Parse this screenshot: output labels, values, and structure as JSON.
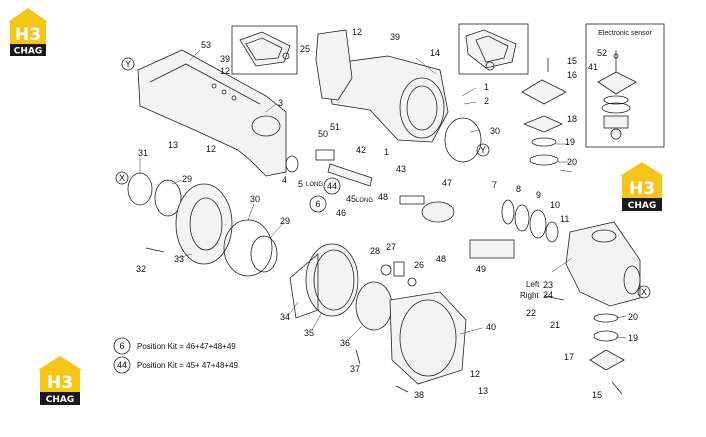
{
  "callouts": {
    "p3": "3",
    "p4": "4",
    "p5": "5",
    "p6": "6",
    "p7": "7",
    "p8": "8",
    "p9": "9",
    "p10": "10",
    "p11": "11",
    "p12a": "12",
    "p12b": "12",
    "p12c": "12",
    "p12d": "12",
    "p13a": "13",
    "p13b": "13",
    "p14": "14",
    "p15a": "15",
    "p15b": "15",
    "p16": "16",
    "p17": "17",
    "p18": "18",
    "p19a": "19",
    "p19b": "19",
    "p20a": "20",
    "p20b": "20",
    "p21": "21",
    "p22": "22",
    "p23": "23",
    "p24": "24",
    "p25": "25",
    "p26": "26",
    "p27": "27",
    "p28": "28",
    "p29a": "29",
    "p29b": "29",
    "p30a": "30",
    "p30b": "30",
    "p31": "31",
    "p32": "32",
    "p33": "33",
    "p34": "34",
    "p35": "35",
    "p36": "36",
    "p37": "37",
    "p38": "38",
    "p39a": "39",
    "p39b": "39",
    "p40": "40",
    "p41": "41",
    "p42": "42",
    "p43": "43",
    "p44": "44",
    "p45": "45",
    "p46": "46",
    "p47": "47",
    "p48a": "48",
    "p48b": "48",
    "p49": "49",
    "p50": "50",
    "p51": "51",
    "p52": "52",
    "p53": "53",
    "p1": "1",
    "p2": "2"
  },
  "markers": {
    "x": "X",
    "y": "Y"
  },
  "labels": {
    "long": "LONG",
    "left": "Left",
    "right": "Right"
  },
  "sensor_box_title": "Electronic sensor",
  "kits": [
    {
      "id": "6",
      "text": "Position Kit = 46+47+48+49"
    },
    {
      "id": "44",
      "text": "Position Kit = 45+ 47+48+49"
    }
  ],
  "logo": {
    "top": "H3",
    "bottom": "CHAG"
  },
  "colors": {
    "logo_yellow": "#f5c518",
    "logo_dark": "#1a1a1a",
    "line": "#222222"
  }
}
